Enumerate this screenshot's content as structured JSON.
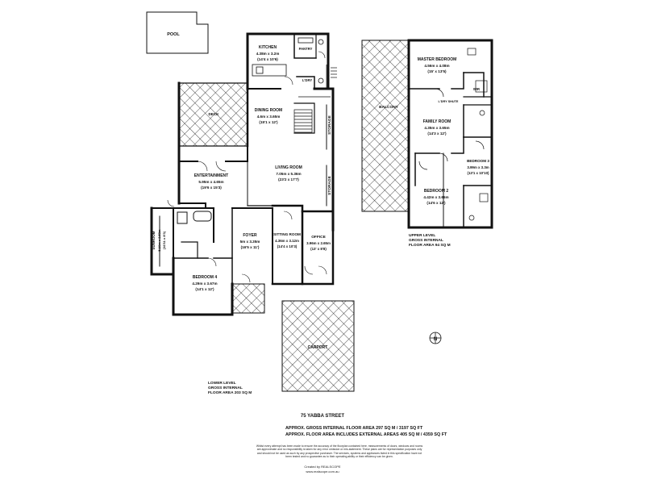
{
  "plan": {
    "rooms": {
      "pool": {
        "name": "POOL"
      },
      "kitchen": {
        "name": "KITCHEN",
        "metric": "4.38m x 3.2m",
        "imperial": "(14'4 x 10'6)"
      },
      "pantry": {
        "name": "PANTRY"
      },
      "lry": {
        "name": "L'DRY"
      },
      "deck": {
        "name": "DECK"
      },
      "dining": {
        "name": "DINING ROOM",
        "metric": "4.6m x 3.65m",
        "imperial": "(15'1 x 12')"
      },
      "storage_upper": {
        "name": "STORAGE"
      },
      "storage_lower": {
        "name": "STORAGE"
      },
      "entertainment": {
        "name": "ENTERTAINMENT",
        "metric": "5.95m x 4.65m",
        "imperial": "(19'6 x 15'3)"
      },
      "living": {
        "name": "LIVING ROOM",
        "metric": "7.05m x 5.36m",
        "imperial": "(23'2 x 17'7)"
      },
      "sunroom": {
        "name": "SUNROOM",
        "metric": "5.16m x 2.53m",
        "imperial": "(16'11 x 8'3)"
      },
      "foyer": {
        "name": "FOYER",
        "metric": "5m x 3.35m",
        "imperial": "(16'5 x 11')"
      },
      "sitting": {
        "name": "SITTING ROOM",
        "metric": "4.36m x 3.12m",
        "imperial": "(14'4 x 10'3)"
      },
      "office": {
        "name": "OFFICE",
        "metric": "3.96m x 2.65m",
        "imperial": "(13' x 8'8)"
      },
      "bedroom4": {
        "name": "BEDROOM 4",
        "metric": "4.29m x 3.67m",
        "imperial": "(14'1 x 12')"
      },
      "carport": {
        "name": "CARPORT"
      },
      "balcony": {
        "name": "BALCONY"
      },
      "master": {
        "name": "MASTER BEDROOM",
        "metric": "4.56m x 4.08m",
        "imperial": "(15' x 13'5)"
      },
      "wir": {
        "name": "WIR"
      },
      "lry_upper": {
        "name": "L'DRY SHUTE"
      },
      "family": {
        "name": "FAMILY ROOM",
        "metric": "4.35m x 3.65m",
        "imperial": "(14'3 x 12')"
      },
      "bedroom3": {
        "name": "BEDROOM 3",
        "metric": "3.99m x 3.3m",
        "imperial": "(13'1 x 10'10)"
      },
      "bedroom2": {
        "name": "BEDROOM 2",
        "metric": "4.42m x 3.65m",
        "imperial": "(14'6 x 12')"
      }
    },
    "lower_level": {
      "line1": "LOWER LEVEL",
      "line2": "GROSS INTERNAL",
      "line3": "FLOOR AREA 203 SQ M"
    },
    "upper_level": {
      "line1": "UPPER LEVEL",
      "line2": "GROSS INTERNAL",
      "line3": "FLOOR AREA 94 SQ M"
    },
    "compass": "N"
  },
  "footer": {
    "address": "75 YABBA STREET",
    "area_line1": "APPROX. GROSS INTERNAL FLOOR AREA 297 SQ M / 3197 SQ FT",
    "area_line2": "APPROX. FLOOR AREA INCLUDES EXTERNAL AREAS 405 SQ M / 4359 SQ FT",
    "disclaimer": "Whilst every attempt has been made to ensure the accuracy of the floorplan contained here, measurements of doors, windows and rooms are approximate and no responsibility is taken for any error omission or mis-statement. These plans are for representation purposes only and should not be used as such by any prospective purchaser. The services, systems and appliances listed in this specification have not been tested and no guarantee as to their operating ability or their efficiency can be given.",
    "created_by": "Created by REALSCOPE",
    "website": "www.realscope.com.au"
  },
  "colors": {
    "wall": "#111111",
    "hatch": "#222222",
    "background": "#ffffff"
  }
}
